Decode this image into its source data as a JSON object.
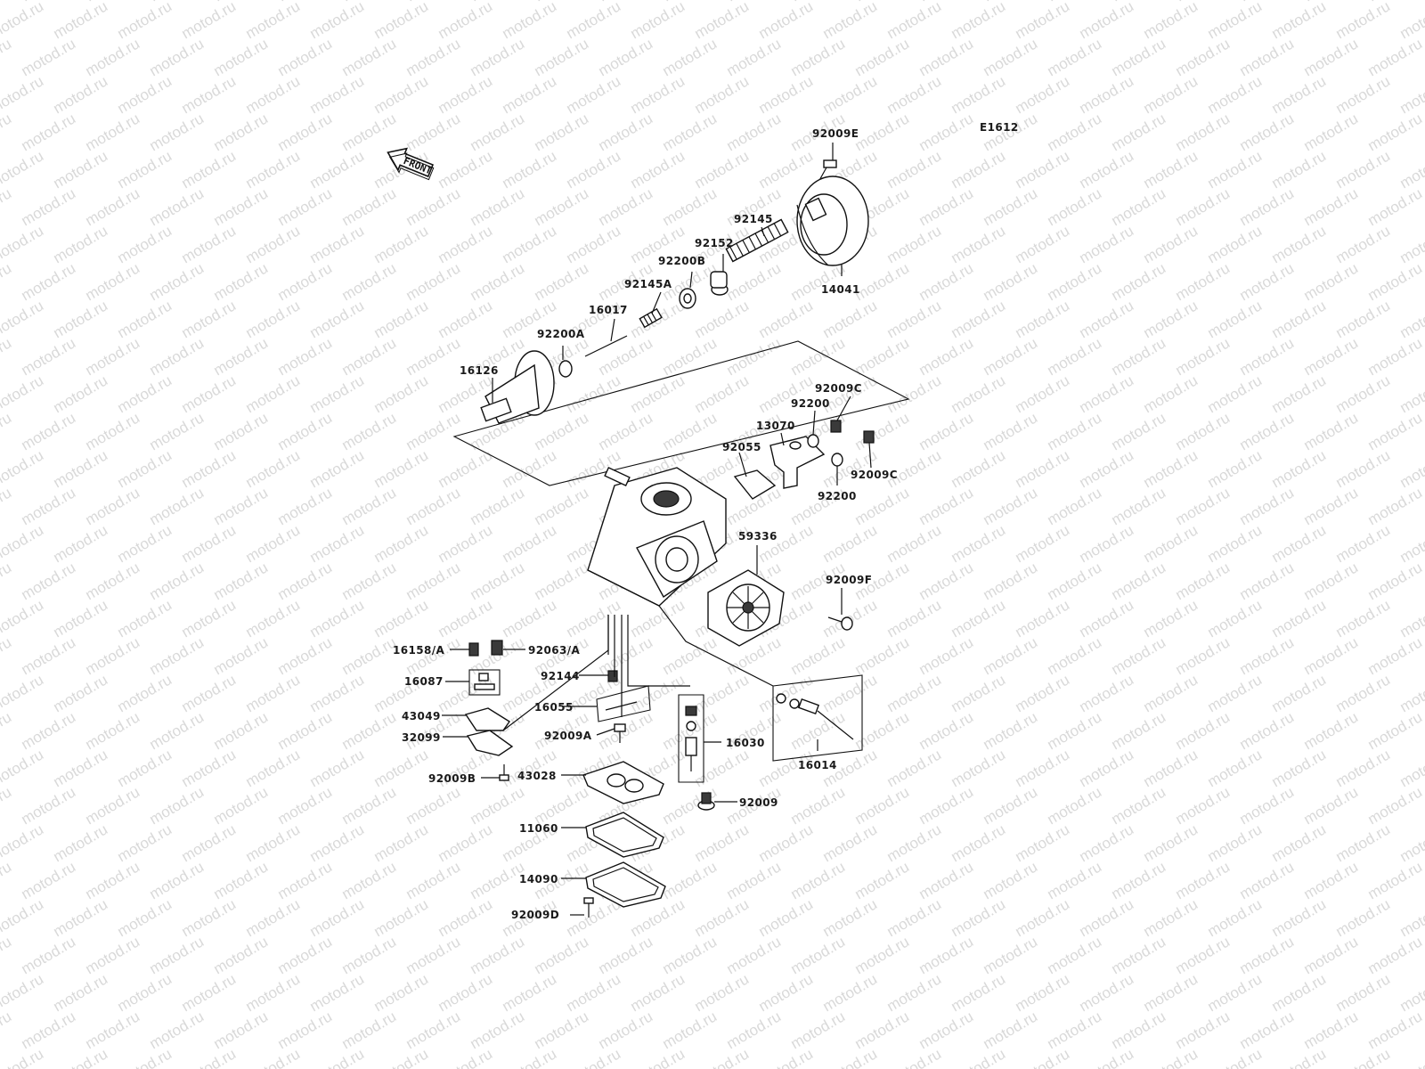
{
  "watermark": {
    "text": "motod.ru"
  },
  "diagram_code": "E1612",
  "front_label": "FRONT",
  "parts": [
    {
      "id": "p-92009E",
      "label": "92009E"
    },
    {
      "id": "p-92145",
      "label": "92145"
    },
    {
      "id": "p-92152",
      "label": "92152"
    },
    {
      "id": "p-92200B",
      "label": "92200B"
    },
    {
      "id": "p-92145A",
      "label": "92145A"
    },
    {
      "id": "p-14041",
      "label": "14041"
    },
    {
      "id": "p-16017",
      "label": "16017"
    },
    {
      "id": "p-92200A",
      "label": "92200A"
    },
    {
      "id": "p-16126",
      "label": "16126"
    },
    {
      "id": "p-92009C-1",
      "label": "92009C"
    },
    {
      "id": "p-92200-1",
      "label": "92200"
    },
    {
      "id": "p-13070",
      "label": "13070"
    },
    {
      "id": "p-92055",
      "label": "92055"
    },
    {
      "id": "p-92009C-2",
      "label": "92009C"
    },
    {
      "id": "p-92200-2",
      "label": "92200"
    },
    {
      "id": "p-59336",
      "label": "59336"
    },
    {
      "id": "p-92009F",
      "label": "92009F"
    },
    {
      "id": "p-16158A",
      "label": "16158/A"
    },
    {
      "id": "p-92063A",
      "label": "92063/A"
    },
    {
      "id": "p-16087",
      "label": "16087"
    },
    {
      "id": "p-92144",
      "label": "92144"
    },
    {
      "id": "p-16055",
      "label": "16055"
    },
    {
      "id": "p-43049",
      "label": "43049"
    },
    {
      "id": "p-92009A",
      "label": "92009A"
    },
    {
      "id": "p-32099",
      "label": "32099"
    },
    {
      "id": "p-16030",
      "label": "16030"
    },
    {
      "id": "p-16014",
      "label": "16014"
    },
    {
      "id": "p-92009B",
      "label": "92009B"
    },
    {
      "id": "p-43028",
      "label": "43028"
    },
    {
      "id": "p-92009",
      "label": "92009"
    },
    {
      "id": "p-11060",
      "label": "11060"
    },
    {
      "id": "p-14090",
      "label": "14090"
    },
    {
      "id": "p-92009D",
      "label": "92009D"
    }
  ]
}
